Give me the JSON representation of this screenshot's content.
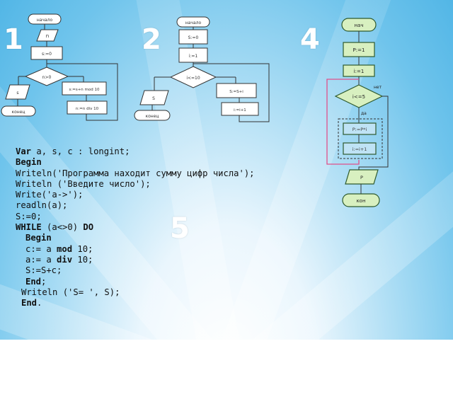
{
  "numbers": [
    "1",
    "2",
    "4",
    "5"
  ],
  "flow1": {
    "start": "начало",
    "input": "n",
    "init": "s:=0",
    "cond": "n>0",
    "output": "s",
    "end": "конец",
    "step1": "s:=s+n mod 10",
    "step2": "n:=n div 10"
  },
  "flow2": {
    "start": "начало",
    "init1": "S:=0",
    "init2": "i:=1",
    "cond": "i<=10",
    "output": "S",
    "end": "конец",
    "step1": "S:=S+i",
    "step2": "i:=i+1"
  },
  "flow4": {
    "start": "нач",
    "init1": "P:=1",
    "init2": "i:=1",
    "cond": "i<=5",
    "no": "нет",
    "yes": "да",
    "step1": "P:=P*i",
    "step2": "i:=i+1",
    "output": "P",
    "end": "кон"
  },
  "code": {
    "l1_kw": "Var",
    "l1": " a, s, c : longint;",
    "l2_kw": "Begin",
    "l3": "Writeln('Программа находит сумму цифр числа');",
    "l4": "Writeln ('Введите число');",
    "l5": "Write('a->');",
    "l6": "readln(a);",
    "l7": "S:=0;",
    "l8_kw1": "WHILE",
    "l8_mid": " (a<>0) ",
    "l8_kw2": "DO",
    "l9_kw": "Begin",
    "l10_a": "c:= a ",
    "l10_kw": "mod",
    "l10_b": " 10;",
    "l11_a": "a:= a ",
    "l11_kw": "div",
    "l11_b": " 10;",
    "l12": "S:=S+c;",
    "l13_kw": "End",
    "l13_b": ";",
    "l14": "Writeln ('S= ', S);",
    "l15_kw": "End",
    "l15_b": "."
  },
  "colors": {
    "box_green": "#d8f0c0",
    "box_blue": "#bfe3f5",
    "border_dark": "#2e5a2e",
    "red_line": "#e0508a"
  }
}
